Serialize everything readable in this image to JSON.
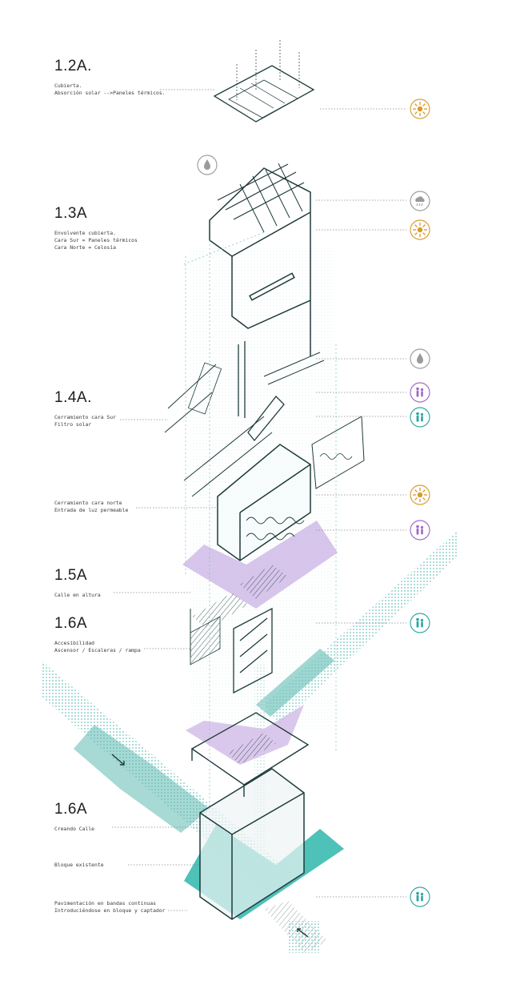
{
  "sections": [
    {
      "heading": "1.2A.",
      "lines": [
        "Cubierta.",
        "Absorción solar -->Paneles térmicos."
      ]
    },
    {
      "heading": "1.3A",
      "lines": [
        "Envolvente cubierta.",
        "Cara Sur = Paneles térmicos",
        "Cara Norte = Celosía"
      ]
    },
    {
      "heading": "1.4A.",
      "lines": [
        "Cerramiento cara Sur",
        "Filtro solar"
      ]
    },
    {
      "heading": "",
      "lines": [
        "Cerramiento cara norte",
        "Entrada de luz permeable"
      ]
    },
    {
      "heading": "1.5A",
      "lines": [
        "Calle en altura"
      ]
    },
    {
      "heading": "1.6A",
      "lines": [
        "Accesibilidad",
        "Ascensor / Escaleras / rampa"
      ]
    },
    {
      "heading": "1.6A",
      "lines": [
        "Creando Calle"
      ]
    },
    {
      "heading": "",
      "lines": [
        "Bloque existente"
      ]
    },
    {
      "heading": "",
      "lines": [
        "Pavimentación en bandas continuas",
        "Introduciéndose en bloque y captador"
      ]
    }
  ],
  "icons": [
    {
      "type": "sun-icon",
      "color": "#d79a2b"
    },
    {
      "type": "water-drop-icon",
      "color": "#9a9a9a"
    },
    {
      "type": "rain-cloud-icon",
      "color": "#9a9a9a"
    },
    {
      "type": "sun-icon",
      "color": "#d79a2b"
    },
    {
      "type": "water-drop-icon",
      "color": "#9a9a9a"
    },
    {
      "type": "people-icon",
      "color": "#a066c8"
    },
    {
      "type": "people-icon",
      "color": "#2aa6a0"
    },
    {
      "type": "sun-icon",
      "color": "#d79a2b"
    },
    {
      "type": "people-icon",
      "color": "#a066c8"
    },
    {
      "type": "people-icon",
      "color": "#2aa6a0"
    },
    {
      "type": "people-icon",
      "color": "#2aa6a0"
    }
  ],
  "colors": {
    "teal": "#2fb6ad",
    "teal_light": "#bfe3e0",
    "lilac": "#cdb6e6",
    "ink": "#1f3b3a",
    "orange": "#d79a2b",
    "grey": "#9a9a9a"
  }
}
